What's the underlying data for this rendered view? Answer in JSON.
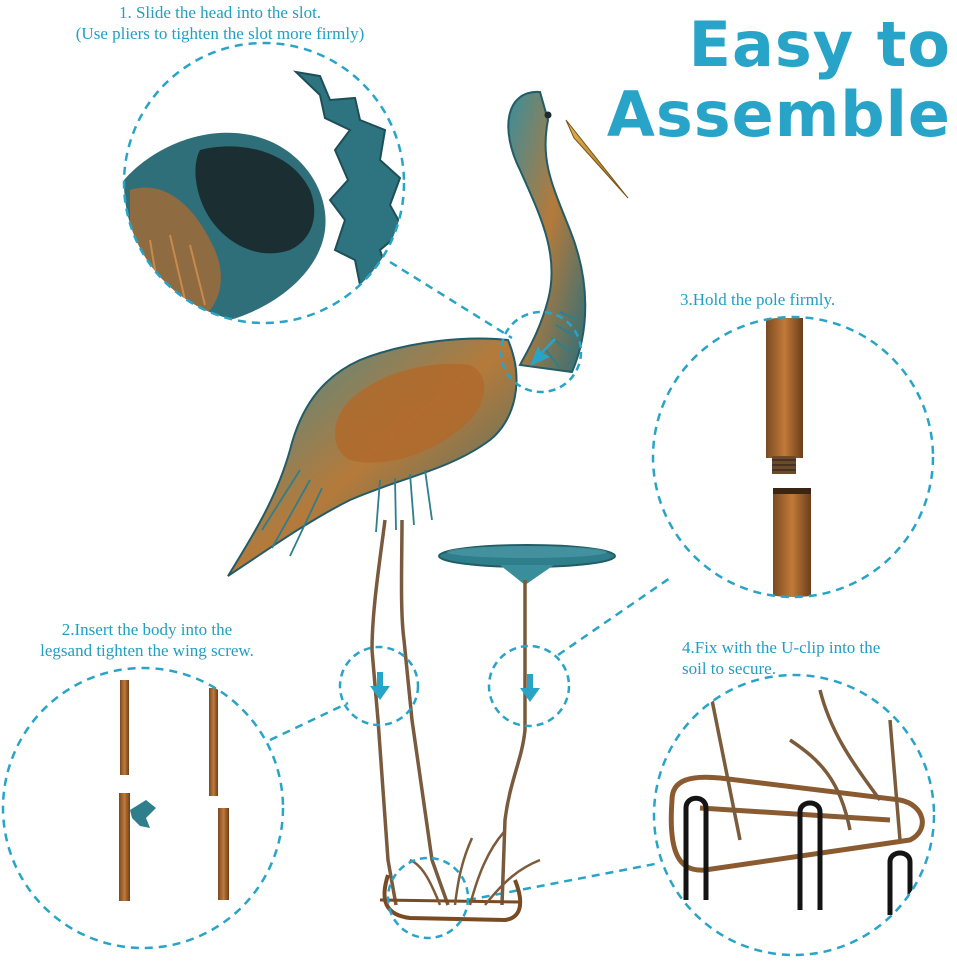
{
  "title": {
    "line1": "Easy to",
    "line2": "Assemble",
    "color": "#27a4c8"
  },
  "steps": {
    "step1": {
      "line1": "1. Slide the head into the slot.",
      "line2": "(Use pliers to tighten the slot more firmly)"
    },
    "step2": {
      "line1": "2.Insert the body into the",
      "line2": "legsand tighten the wing screw."
    },
    "step3": {
      "line1": "3.Hold the pole firmly."
    },
    "step4": {
      "line1": "4.Fix with the U-clip into the",
      "line2": "soil to secure."
    }
  },
  "colors": {
    "accent": "#27a4c8",
    "patina": "#2f7e8c",
    "copper": "#b06a2c",
    "gold": "#c9a046"
  },
  "icons": [
    "arrow-down-icon",
    "arrow-down-left-icon"
  ]
}
